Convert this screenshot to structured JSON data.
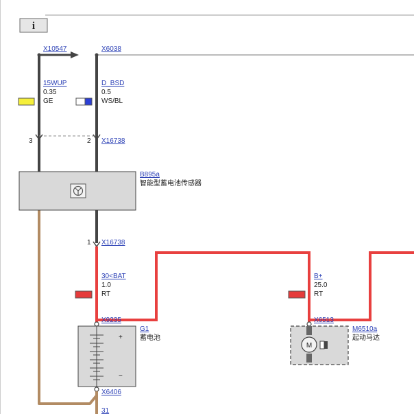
{
  "toolbar": {
    "info_label": "i"
  },
  "connectors": {
    "x10547": "X10547",
    "x6038": "X6038",
    "x16738_top": "X16738",
    "x16738_mid": "X16738",
    "x9235": "X9235",
    "x6406": "X6406",
    "x6513": "X6513"
  },
  "pins": {
    "p3": "3",
    "p2": "2",
    "p1": "1"
  },
  "wires": {
    "w15wup": {
      "name": "15WUP",
      "gauge": "0.35",
      "color_code": "GE",
      "swatch": "#f5ef3a"
    },
    "wdbsd": {
      "name": "D_BSD",
      "gauge": "0.5",
      "color_code": "WS/BL",
      "swatch_a": "#ffffff",
      "swatch_b": "#2b3fd6"
    },
    "w30bat": {
      "name": "30<BAT",
      "gauge": "1.0",
      "color_code": "RT",
      "swatch": "#e53b3b"
    },
    "wbplus": {
      "name": "B+",
      "gauge": "25.0",
      "color_code": "RT",
      "swatch": "#e53b3b"
    },
    "w31": {
      "name": "31"
    }
  },
  "components": {
    "sensor": {
      "id": "B895a",
      "desc": "智能型蓄电池传感器"
    },
    "battery": {
      "id": "G1",
      "desc": "蓄电池",
      "plus": "+",
      "minus": "−"
    },
    "starter": {
      "id": "M6510a",
      "desc": "起动马达",
      "symbol": "M"
    }
  },
  "colors": {
    "red_wire": "#e8403f",
    "dark_wire": "#444444",
    "brown_wire": "#b28b63",
    "box_fill": "#d9d9d9",
    "link": "#2a3fb5"
  }
}
